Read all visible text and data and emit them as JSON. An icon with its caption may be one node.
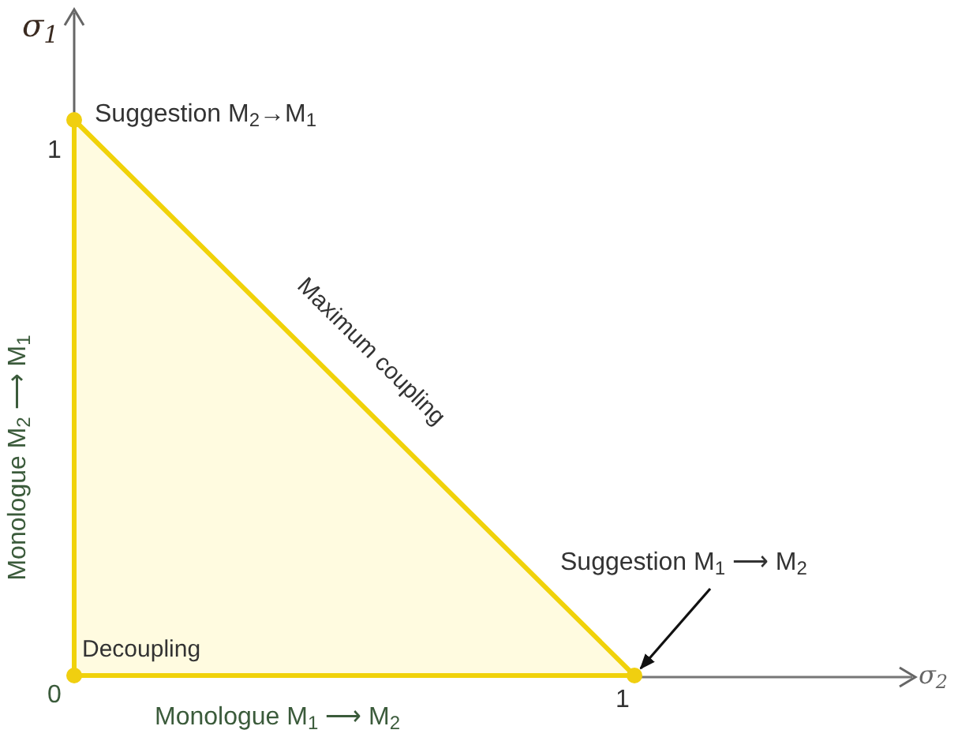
{
  "diagram": {
    "nodes": [
      {
        "text": [
          "Suggestion M$_{1}$ ⟶ M$_{2}$"
        ]
      },
      {
        "text": [],
        "shape": "circle"
      }
    ],
    "edges": [
      {
        "from": 0,
        "to": 1,
        "arrow": "to"
      }
    ],
    "labels": [
      "σ$_{1}$",
      "Suggestion M$_{2}$→M$_{1}$",
      "1",
      "Maximum coupling",
      "Monologue M$_{2}$ ⟶ M$_{1}$",
      "Decoupling",
      "0",
      "1",
      "σ$_{2}$",
      "Monologue M$_{1}$ ⟶ M$_{2}$"
    ]
  }
}
